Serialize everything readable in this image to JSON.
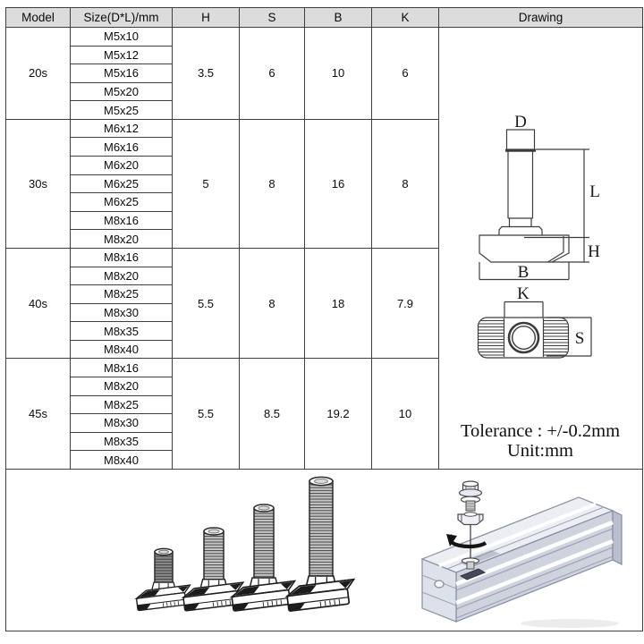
{
  "table": {
    "headers": [
      "Model",
      "Size(D*L)/mm",
      "H",
      "S",
      "B",
      "K",
      "Drawing"
    ],
    "groups": [
      {
        "model": "20s",
        "h": "3.5",
        "s": "6",
        "b": "10",
        "k": "6",
        "sizes": [
          "M5x10",
          "M5x12",
          "M5x16",
          "M5x20",
          "M5x25"
        ]
      },
      {
        "model": "30s",
        "h": "5",
        "s": "8",
        "b": "16",
        "k": "8",
        "sizes": [
          "M6x12",
          "M6x16",
          "M6x20",
          "M6x25",
          "M6x25",
          "M8x16",
          "M8x20"
        ]
      },
      {
        "model": "40s",
        "h": "5.5",
        "s": "8",
        "b": "18",
        "k": "7.9",
        "sizes": [
          "M8x16",
          "M8x20",
          "M8x25",
          "M8x30",
          "M8x35",
          "M8x40"
        ]
      },
      {
        "model": "45s",
        "h": "5.5",
        "s": "8.5",
        "b": "19.2",
        "k": "10",
        "sizes": [
          "M8x16",
          "M8x20",
          "M8x25",
          "M8x30",
          "M8x35",
          "M8x40"
        ]
      }
    ]
  },
  "drawing": {
    "dim_labels": {
      "d": "D",
      "l": "L",
      "h": "H",
      "b": "B",
      "k": "K",
      "s": "S"
    },
    "tolerance": "Tolerance : +/-0.2mm",
    "unit": "Unit:mm"
  },
  "colors": {
    "header_bg": "#dcdcdc",
    "table_border": "#3f3f3f",
    "drawing_line": "#3c3c3c",
    "extrusion_fill": "#ced3de",
    "extrusion_stroke": "#858ca0"
  }
}
